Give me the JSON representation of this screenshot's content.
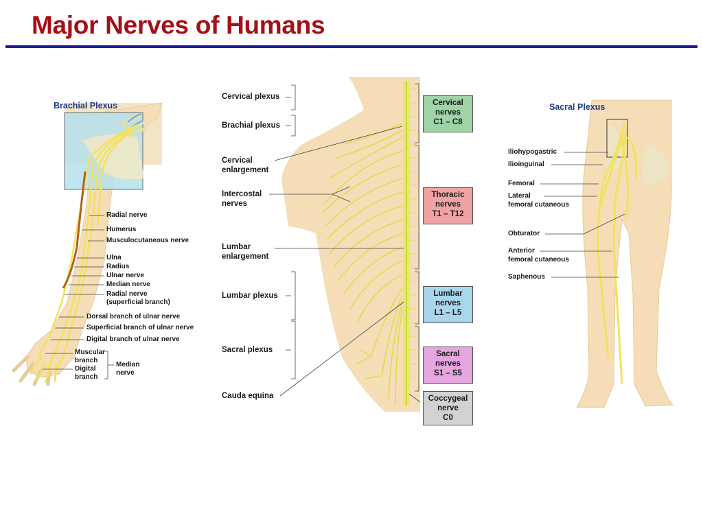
{
  "title": "Major Nerves of Humans",
  "brachial": {
    "heading": "Brachial Plexus",
    "labels": [
      "Radial nerve",
      "Humerus",
      "Musculocutaneous nerve",
      "Ulna",
      "Radius",
      "Ulnar nerve",
      "Median nerve",
      "Radial nerve",
      "(superficial branch)",
      "Dorsal branch of ulnar nerve",
      "Superficial branch of ulnar nerve",
      "Digital branch of ulnar nerve",
      "Muscular",
      "branch",
      "Digital",
      "branch",
      "Median",
      "nerve"
    ]
  },
  "spine": {
    "left_labels": [
      "Cervical plexus",
      "Brachial plexus",
      "Cervical",
      "enlargement",
      "Intercostal",
      "nerves",
      "Lumbar",
      "enlargement",
      "Lumbar plexus",
      "Sacral plexus",
      "Cauda equina"
    ],
    "boxes": [
      {
        "l1": "Cervical",
        "l2": "nerves",
        "l3": "C1 – C8",
        "color": "#9fd4a6"
      },
      {
        "l1": "Thoracic",
        "l2": "nerves",
        "l3": "T1 – T12",
        "color": "#f0a3a3"
      },
      {
        "l1": "Lumbar",
        "l2": "nerves",
        "l3": "L1 – L5",
        "color": "#a9d6ea"
      },
      {
        "l1": "Sacral",
        "l2": "nerves",
        "l3": "S1 – S5",
        "color": "#e5a6e0"
      },
      {
        "l1": "Coccygeal",
        "l2": "nerve",
        "l3": "C0",
        "color": "#d2d2d2"
      }
    ]
  },
  "sacral": {
    "heading": "Sacral Plexus",
    "labels": [
      "Iliohypogastric",
      "Ilioinguinal",
      "Femoral",
      "Lateral",
      "femoral cutaneous",
      "Obturator",
      "Anterior",
      "femoral cutaneous",
      "Saphenous"
    ]
  }
}
